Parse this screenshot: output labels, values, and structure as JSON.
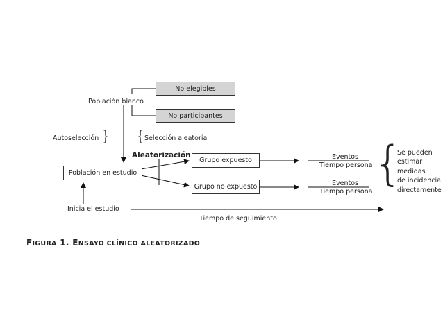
{
  "diagram": {
    "poblacion_blanco": "Población blanco",
    "no_elegibles": "No elegibles",
    "no_participantes": "No participantes",
    "autoseleccion": "Autoselección",
    "seleccion_aleatoria": "Selección aleatoria",
    "aleatorizacion": "Aleatorización",
    "poblacion_estudio": "Población en estudio",
    "grupo_expuesto": "Grupo expuesto",
    "grupo_no_expuesto": "Grupo no expuesto",
    "eventos_1": "Eventos",
    "tiempo_persona_1": "Tiempo persona",
    "eventos_2": "Eventos",
    "tiempo_persona_2": "Tiempo persona",
    "se_pueden": [
      "Se pueden",
      "estimar",
      "medidas",
      "de incidencia",
      "directamente"
    ],
    "inicia_estudio": "Inicia el estudio",
    "tiempo_seguimiento": "Tiempo de seguimiento"
  },
  "caption": {
    "figura_cap": "F",
    "figura_rest": "IGURA",
    "num": "1.",
    "e_cap": "E",
    "rest": "NSAYO CLÍNICO ALEATORIZADO"
  }
}
